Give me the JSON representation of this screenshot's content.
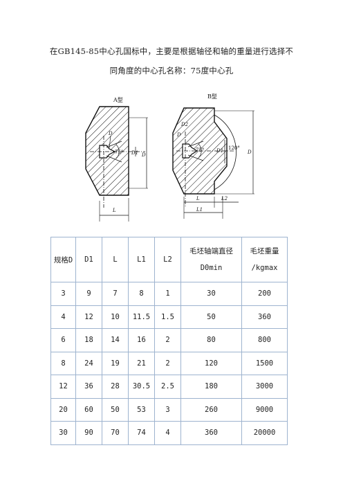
{
  "intro": {
    "line1": "在GB145-85中心孔国标中，主要是根据轴径和轴的重量进行选择不",
    "line2": "同角度的中心孔名称：75度中心孔"
  },
  "figure": {
    "typeA": {
      "title": "A型",
      "labels": {
        "D": "D",
        "angle": "75°",
        "D1": "D1",
        "L": "L"
      }
    },
    "typeB": {
      "title": "B型",
      "labels": {
        "D": "D",
        "angle": "75°",
        "D1": "D1",
        "D2": "D2",
        "angle2": "120°",
        "L": "L",
        "L2": "L2",
        "L1": "L1"
      }
    }
  },
  "table": {
    "headers": [
      {
        "main": "规格D"
      },
      {
        "main": "D1"
      },
      {
        "main": "L"
      },
      {
        "main": "L1"
      },
      {
        "main": "L2"
      },
      {
        "main": "毛坯轴端直径",
        "sub": "D0min"
      },
      {
        "main": "毛坯重量",
        "sub": "/kgmax"
      }
    ],
    "rows": [
      [
        "3",
        "9",
        "7",
        "8",
        "1",
        "30",
        "200"
      ],
      [
        "4",
        "12",
        "10",
        "11.5",
        "1.5",
        "50",
        "360"
      ],
      [
        "6",
        "18",
        "14",
        "16",
        "2",
        "80",
        "800"
      ],
      [
        "8",
        "24",
        "19",
        "21",
        "2",
        "120",
        "1500"
      ],
      [
        "12",
        "36",
        "28",
        "30.5",
        "2.5",
        "180",
        "3000"
      ],
      [
        "20",
        "60",
        "50",
        "53",
        "3",
        "260",
        "9000"
      ],
      [
        "30",
        "90",
        "70",
        "74",
        "4",
        "360",
        "20000"
      ]
    ]
  }
}
